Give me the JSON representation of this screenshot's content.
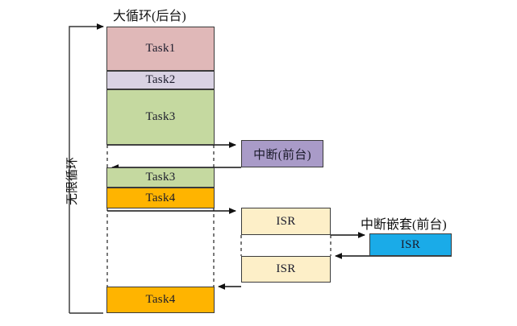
{
  "diagram": {
    "title_background": "大循环(后台)",
    "title_interrupt": "中断(前台)",
    "title_nested": "中断嵌套(前台)",
    "loop_label": "无限循环",
    "colors": {
      "task1": "#E0B8B8",
      "task2": "#D9D2E3",
      "task3": "#C5D9A0",
      "task4": "#FFB400",
      "isr": "#FDEFC8",
      "interrupt": "#A99BC8",
      "nested_isr": "#1AABE8",
      "stroke": "#3a3a3a",
      "line": "#1a1a1a"
    },
    "background_column": [
      {
        "label": "Task1",
        "color_key": "task1"
      },
      {
        "label": "Task2",
        "color_key": "task2"
      },
      {
        "label": "Task3",
        "color_key": "task3"
      },
      {
        "label": "Task3",
        "color_key": "task3"
      },
      {
        "label": "Task4",
        "color_key": "task4"
      },
      {
        "label": "Task4",
        "color_key": "task4"
      }
    ],
    "interrupt_column": [
      {
        "label": "中断(前台)",
        "color_key": "interrupt"
      },
      {
        "label": "ISR",
        "color_key": "isr"
      },
      {
        "label": "ISR",
        "color_key": "isr"
      }
    ],
    "nested_column": [
      {
        "label": "ISR",
        "color_key": "nested_isr"
      }
    ]
  }
}
